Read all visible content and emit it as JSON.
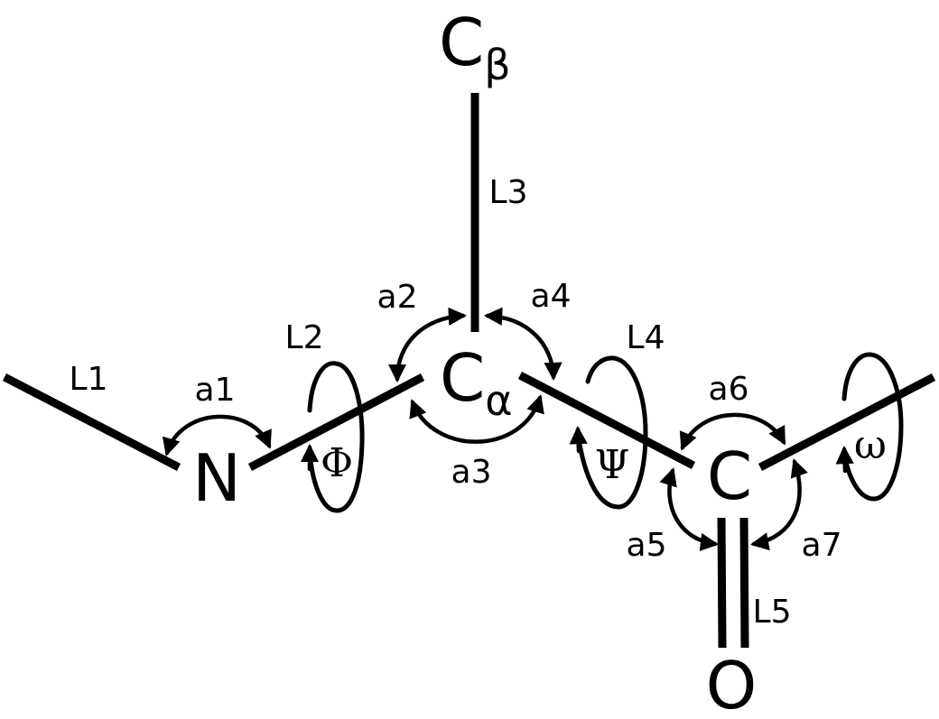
{
  "atoms": {
    "n": "N",
    "ca": "C",
    "ca_sub": "α",
    "cb": "C",
    "cb_sub": "β",
    "c": "C",
    "o": "O"
  },
  "bond_labels": {
    "l1": "L1",
    "l2": "L2",
    "l3": "L3",
    "l4": "L4",
    "l5": "L5"
  },
  "angle_labels": {
    "a1": "a1",
    "a2": "a2",
    "a3": "a3",
    "a4": "a4",
    "a5": "a5",
    "a6": "a6",
    "a7": "a7"
  },
  "torsion_labels": {
    "phi": "Φ",
    "psi": "Ψ",
    "omega": "ω"
  }
}
